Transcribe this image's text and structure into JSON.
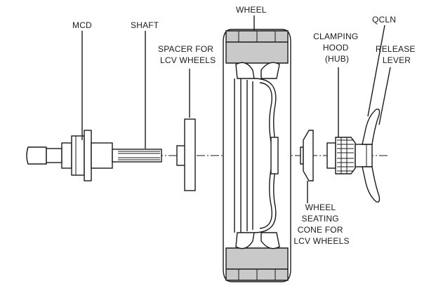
{
  "labels": {
    "mcd": "MCD",
    "shaft": "SHAFT",
    "wheel": "WHEEL",
    "spacer": [
      "SPACER FOR",
      "LCV WHEELS"
    ],
    "clamping_hood": [
      "CLAMPING",
      "HOOD",
      "(HUB)"
    ],
    "qcln": "QCLN",
    "release_lever": [
      "RELEASE",
      "LEVER"
    ],
    "seating_cone": [
      "WHEEL",
      "SEATING",
      "CONE FOR",
      "LCV WHEELS"
    ]
  },
  "colors": {
    "ink": "#1a1a1a",
    "tyre_fill": "#c9c9c9",
    "background": "#ffffff"
  }
}
